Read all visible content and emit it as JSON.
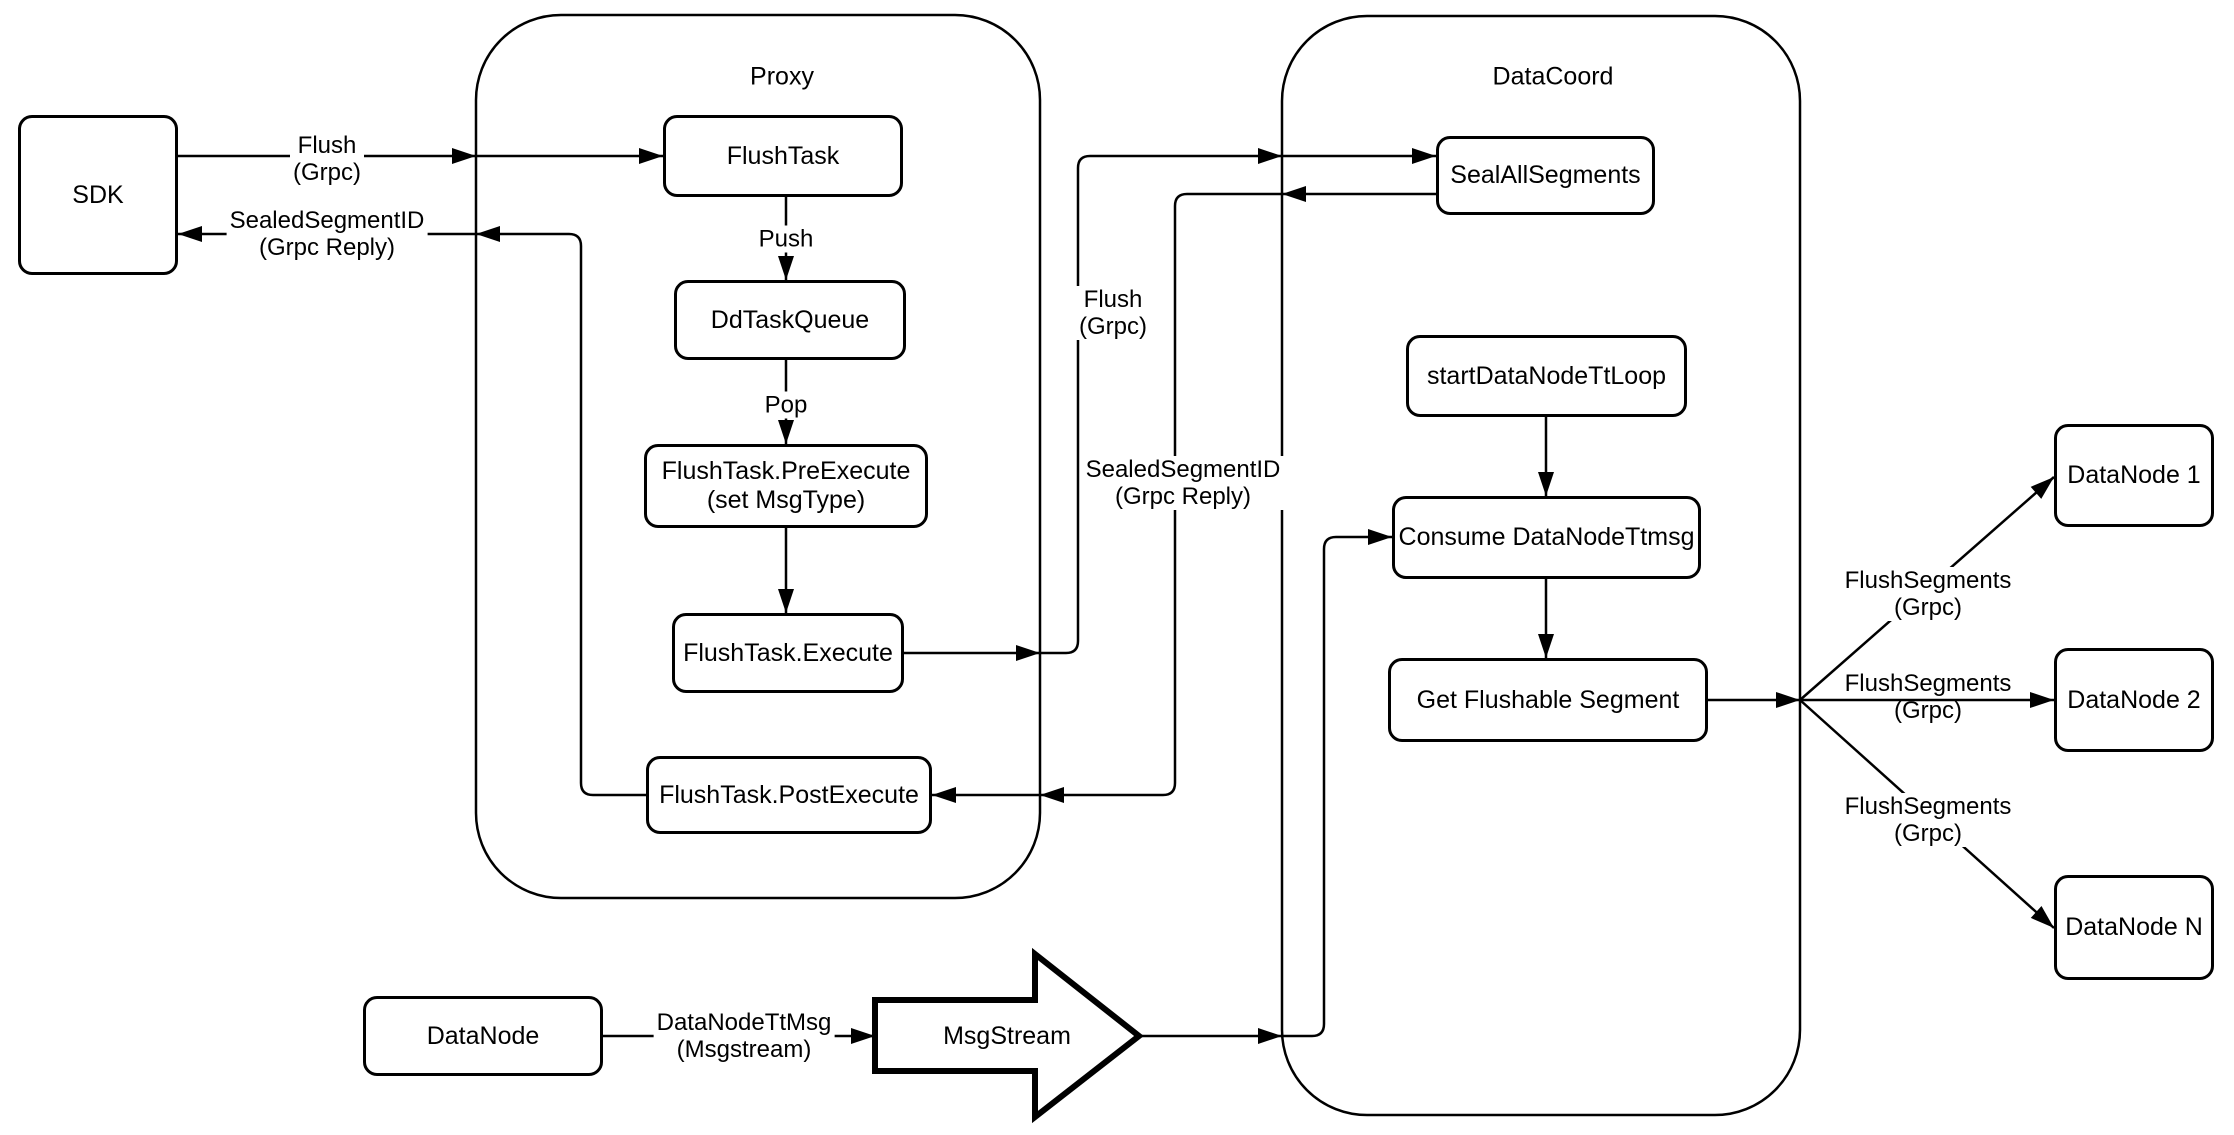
{
  "diagram": {
    "colors": {
      "stroke": "#000000",
      "background": "#ffffff"
    },
    "containers": {
      "proxy": {
        "title": "Proxy"
      },
      "datacoord": {
        "title": "DataCoord"
      }
    },
    "nodes": {
      "sdk": {
        "label": "SDK"
      },
      "flush_task": {
        "label": "FlushTask"
      },
      "dd_task_queue": {
        "label": "DdTaskQueue"
      },
      "pre_execute": {
        "label": "FlushTask.PreExecute",
        "sublabel": "(set MsgType)"
      },
      "execute": {
        "label": "FlushTask.Execute"
      },
      "post_execute": {
        "label": "FlushTask.PostExecute"
      },
      "seal_all_segments": {
        "label": "SealAllSegments"
      },
      "start_datanode_tt_loop": {
        "label": "startDataNodeTtLoop"
      },
      "consume_datanode_ttmsg": {
        "label": "Consume DataNodeTtmsg"
      },
      "get_flushable_segment": {
        "label": "Get Flushable Segment"
      },
      "datanode_1": {
        "label": "DataNode 1"
      },
      "datanode_2": {
        "label": "DataNode 2"
      },
      "datanode_n": {
        "label": "DataNode N"
      },
      "datanode": {
        "label": "DataNode"
      },
      "msgstream": {
        "label": "MsgStream"
      }
    },
    "edge_labels": {
      "flush_sdk": {
        "line1": "Flush",
        "line2": "(Grpc)"
      },
      "sealed_sdk": {
        "line1": "SealedSegmentID",
        "line2": "(Grpc Reply)"
      },
      "push": {
        "label": "Push"
      },
      "pop": {
        "label": "Pop"
      },
      "flush_mid": {
        "line1": "Flush",
        "line2": "(Grpc)"
      },
      "sealed_mid": {
        "line1": "SealedSegmentID",
        "line2": "(Grpc Reply)"
      },
      "datanode_ttmsg": {
        "line1": "DataNodeTtMsg",
        "line2": "(Msgstream)"
      },
      "flush_segments_1": {
        "line1": "FlushSegments",
        "line2": "(Grpc)"
      },
      "flush_segments_2": {
        "line1": "FlushSegments",
        "line2": "(Grpc)"
      },
      "flush_segments_3": {
        "line1": "FlushSegments",
        "line2": "(Grpc)"
      }
    }
  }
}
